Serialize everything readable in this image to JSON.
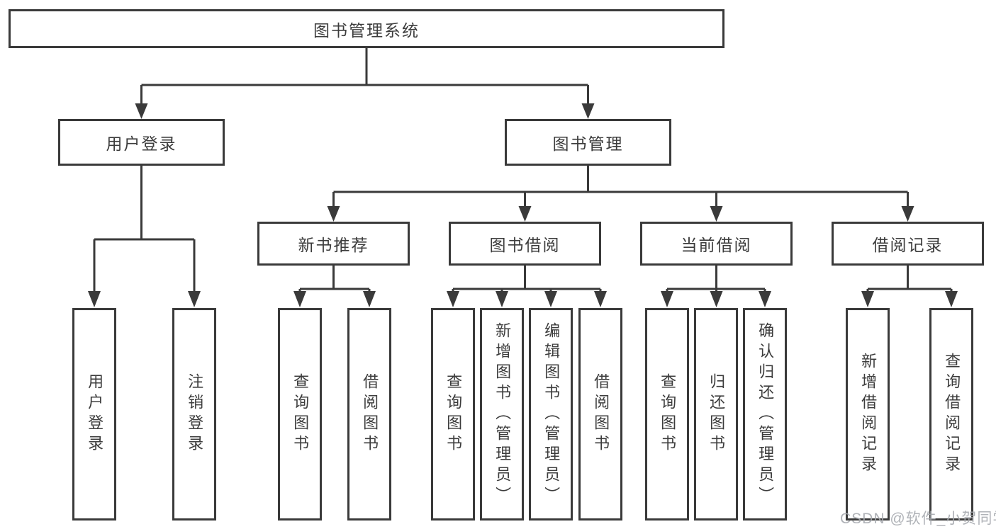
{
  "nodes": {
    "root": "图书管理系统",
    "level2": [
      "用户登录",
      "图书管理"
    ],
    "level3": [
      "新书推荐",
      "图书借阅",
      "当前借阅",
      "借阅记录"
    ],
    "leaves": [
      "用户登录",
      "注销登录",
      "查询图书",
      "借阅图书",
      "查询图书",
      "新增图书（管理员）",
      "编辑图书（管理员）",
      "借阅图书",
      "查询图书",
      "归还图书",
      "确认归还（管理员）",
      "新增借阅记录",
      "查询借阅记录"
    ]
  },
  "watermark": "CSDN @软件_小贺同学",
  "colors": {
    "line": "#3a3a3a",
    "box_border": "#3a3a3a",
    "text": "#3c3c3c",
    "background": "#ffffff",
    "watermark": "#a6aaaf"
  }
}
